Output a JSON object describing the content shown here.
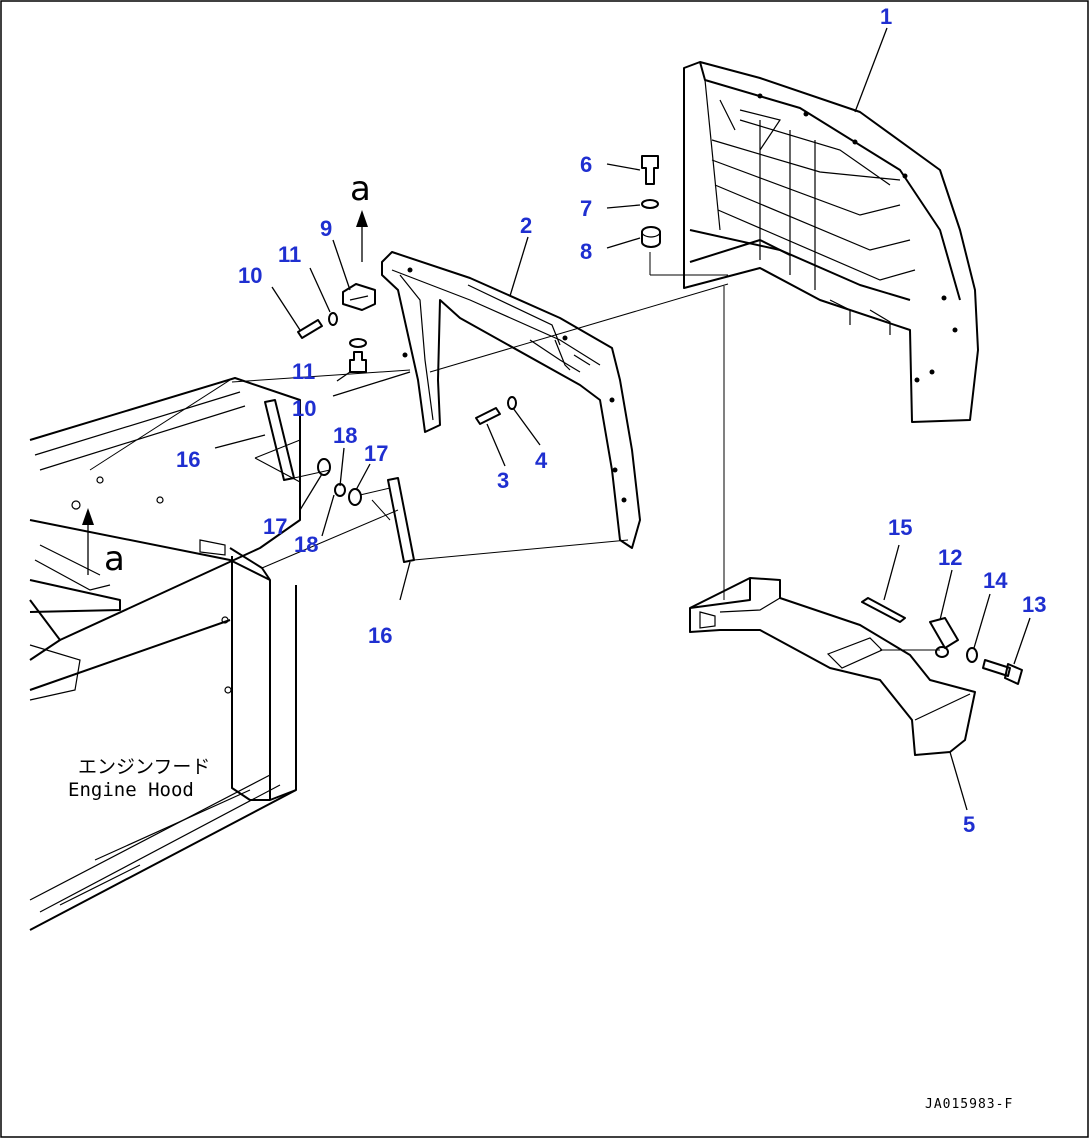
{
  "callouts": {
    "c1": "1",
    "c2": "2",
    "c3": "3",
    "c4": "4",
    "c5": "5",
    "c6": "6",
    "c7": "7",
    "c8": "8",
    "c9": "9",
    "c10a": "10",
    "c10b": "10",
    "c11a": "11",
    "c11b": "11",
    "c12": "12",
    "c13": "13",
    "c14": "14",
    "c15": "15",
    "c16a": "16",
    "c16b": "16",
    "c17a": "17",
    "c17b": "17",
    "c18a": "18",
    "c18b": "18"
  },
  "arrows": {
    "top": "a",
    "bottom": "a"
  },
  "engine_hood": {
    "jp": "エンジンフード",
    "en": "Engine Hood"
  },
  "drawing_code": "JA015983-F",
  "colors": {
    "callout": "#1f2fd0",
    "line": "#000000",
    "background": "#ffffff"
  }
}
